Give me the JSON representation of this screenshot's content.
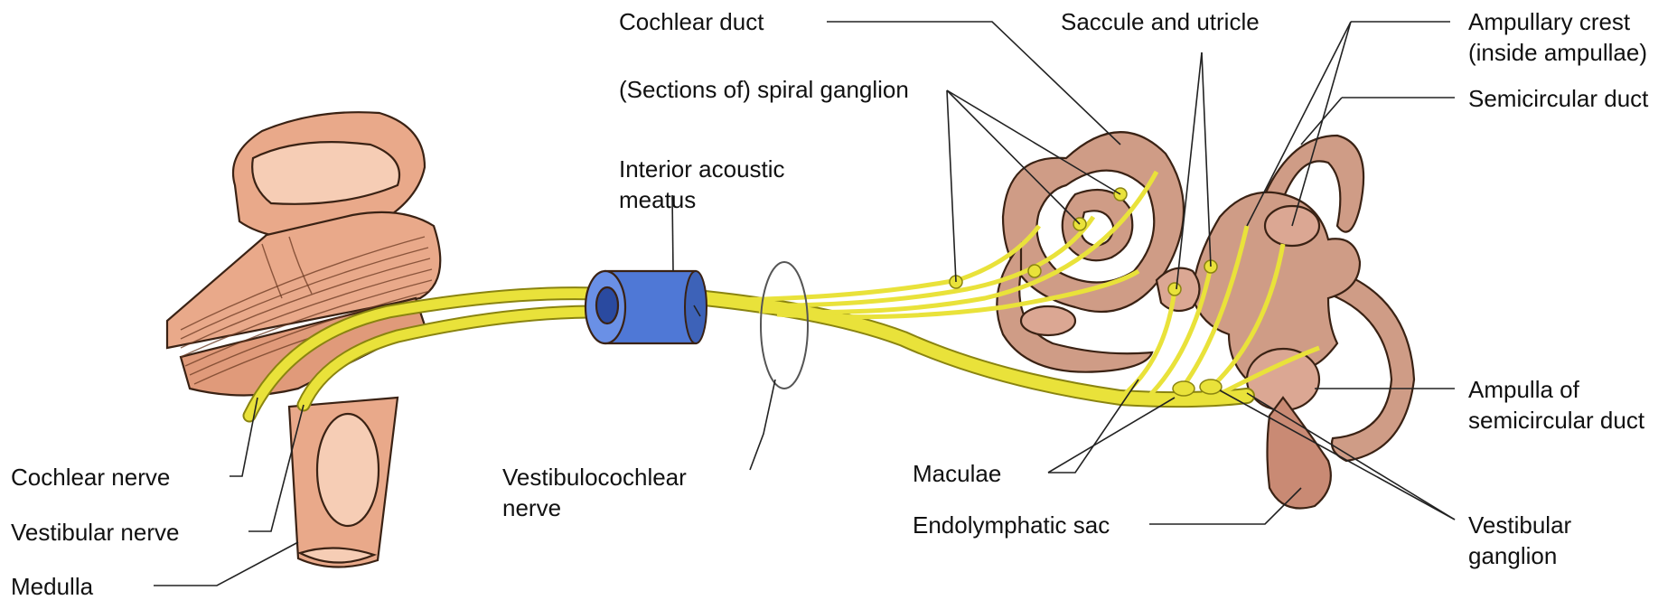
{
  "labels": {
    "cochlear_duct": "Cochlear duct",
    "spiral_ganglion": "(Sections of) spiral ganglion",
    "saccule_utricle": "Saccule and utricle",
    "ampullary_crest_1": "Ampullary crest",
    "ampullary_crest_2": "(inside ampullae)",
    "semicircular_duct": "Semicircular duct",
    "interior_meatus_1": "Interior acoustic",
    "interior_meatus_2": "meatus",
    "ampulla_1": "Ampulla of",
    "ampulla_2": "semicircular duct",
    "cochlear_nerve": "Cochlear nerve",
    "vestibulocochlear_1": "Vestibulocochlear",
    "vestibulocochlear_2": "nerve",
    "maculae": "Maculae",
    "vestibular_nerve": "Vestibular nerve",
    "endolymphatic_sac": "Endolymphatic sac",
    "vestibular_ganglion_1": "Vestibular",
    "vestibular_ganglion_2": "ganglion",
    "medulla": "Medulla"
  },
  "colors": {
    "tissue": "#e9a98a",
    "tissue_light": "#f6cdb5",
    "membrane": "#cf9c86",
    "membrane_dark": "#a8705a",
    "nerve": "#e9e23a",
    "nerve_edge": "#8a8410",
    "meatus": "#4f78d6",
    "meatus_dark": "#2a4aa0"
  }
}
